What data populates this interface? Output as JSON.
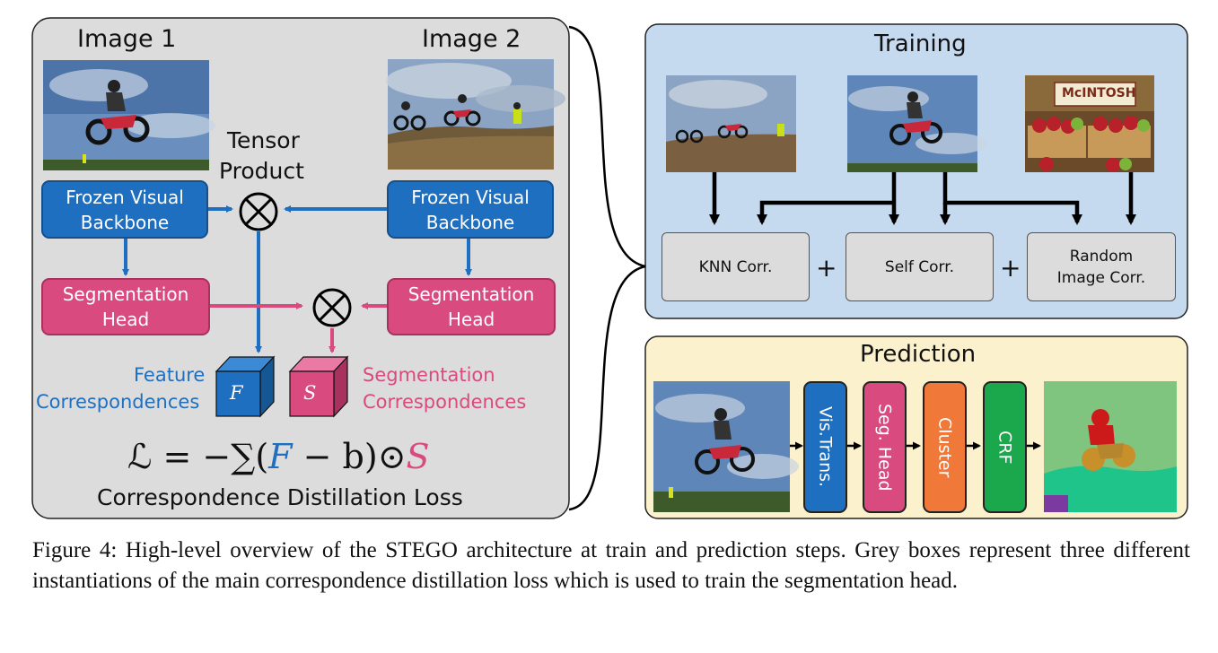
{
  "left_panel": {
    "image1_label": "Image 1",
    "image2_label": "Image 2",
    "tensor_product_line1": "Tensor",
    "tensor_product_line2": "Product",
    "backbone_left": [
      "Frozen Visual",
      "Backbone"
    ],
    "backbone_right": [
      "Frozen Visual",
      "Backbone"
    ],
    "seghead_left": [
      "Segmentation",
      "Head"
    ],
    "seghead_right": [
      "Segmentation",
      "Head"
    ],
    "feature_label_line1": "Feature",
    "feature_label_line2": "Correspondences",
    "segmentation_label_line1": "Segmentation",
    "segmentation_label_line2": "Correspondences",
    "cube_f": "F",
    "cube_s": "S",
    "loss_formula": {
      "lhs": "ℒ = −∑(",
      "f": "F",
      "mid": " − b)⊙",
      "s": "S"
    },
    "loss_caption": "Correspondence Distillation Loss"
  },
  "training": {
    "title": "Training",
    "knn": "KNN Corr.",
    "self": "Self Corr.",
    "random_line1": "Random",
    "random_line2": "Image Corr.",
    "plus": "+",
    "photo_sign_text": "McINTOSH"
  },
  "prediction": {
    "title": "Prediction",
    "stages": [
      "Vis.Trans.",
      "Seg. Head",
      "Cluster",
      "CRF"
    ]
  },
  "colors": {
    "blue": "#1f6fc0",
    "pink": "#d94a7e",
    "orange": "#f07838",
    "green": "#1ba84c",
    "training_bg": "#c5d9ef",
    "prediction_bg": "#fcf1cd",
    "left_bg": "#dcdcdc"
  },
  "caption": "Figure 4: High-level overview of the STEGO architecture at train and prediction steps. Grey boxes represent three different instantiations of the main correspondence distillation loss which is used to train the segmentation head."
}
